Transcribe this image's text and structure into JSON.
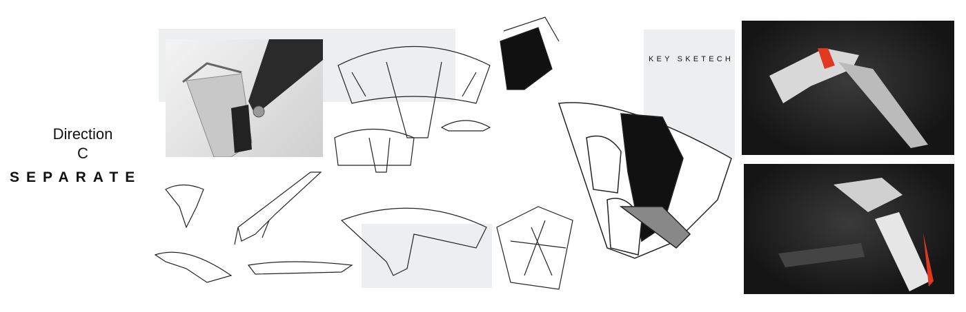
{
  "heading": {
    "line1": "Direction",
    "line2": "C",
    "line3": "SEPARATE"
  },
  "key_sketch_label": "KEY SKETECH",
  "colors": {
    "panel_gray": "#eceeef",
    "render_dark": "#1a1a1a",
    "accent_red": "#e0391f"
  }
}
